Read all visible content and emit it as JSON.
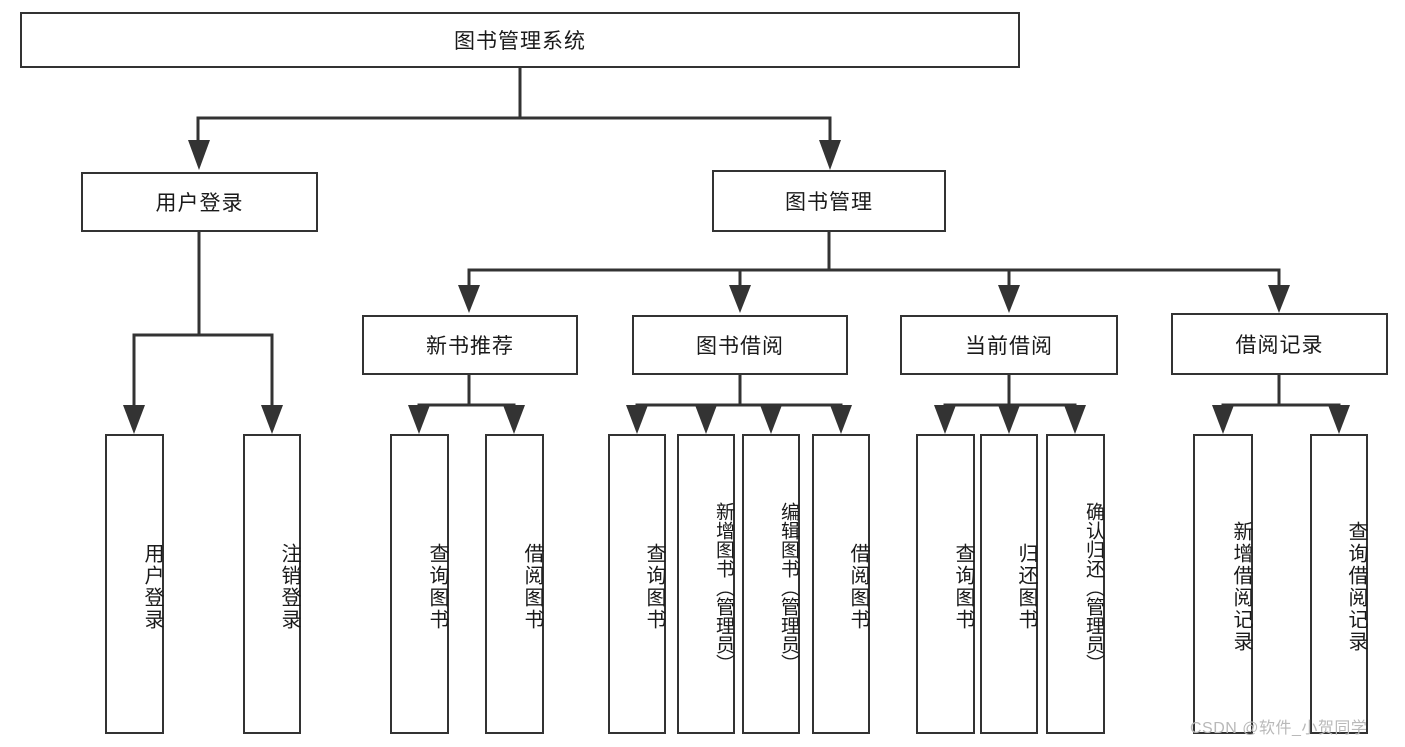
{
  "diagram": {
    "title_node": {
      "label": "图书管理系统"
    },
    "level2": [
      {
        "label": "用户登录"
      },
      {
        "label": "图书管理"
      }
    ],
    "level3": [
      {
        "label": "新书推荐"
      },
      {
        "label": "图书借阅"
      },
      {
        "label": "当前借阅"
      },
      {
        "label": "借阅记录"
      }
    ],
    "leaves": {
      "user_login": [
        {
          "label": "用户登录"
        },
        {
          "label": "注销登录"
        }
      ],
      "new_book_recommend": [
        {
          "label": "查询图书"
        },
        {
          "label": "借阅图书"
        }
      ],
      "book_borrow": [
        {
          "label": "查询图书"
        },
        {
          "label": "新增图书（管理员）"
        },
        {
          "label": "编辑图书（管理员）"
        },
        {
          "label": "借阅图书"
        }
      ],
      "current_borrow": [
        {
          "label": "查询图书"
        },
        {
          "label": "归还图书"
        },
        {
          "label": "确认归还（管理员）"
        }
      ],
      "borrow_record": [
        {
          "label": "新增借阅记录"
        },
        {
          "label": "查询借阅记录"
        }
      ]
    }
  },
  "watermark": {
    "text": "CSDN @软件_小贺同学"
  },
  "colors": {
    "stroke": "#333333",
    "background": "#ffffff",
    "text": "#1a1a1a",
    "watermark": "#b9b9b9"
  }
}
